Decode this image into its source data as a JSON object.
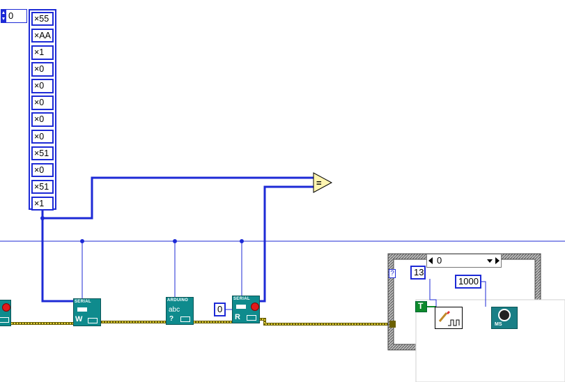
{
  "array": {
    "index": "0",
    "elements": [
      "×55",
      "×AA",
      "×1",
      "×0",
      "×0",
      "×0",
      "×0",
      "×0",
      "×51",
      "×0",
      "×51",
      "×1"
    ]
  },
  "constants": {
    "serial_read_bytes": "0",
    "pin": "13",
    "delay_ms": "1000"
  },
  "case_structure": {
    "selector_value": "0",
    "question_mark": "?"
  },
  "vis": {
    "serial_write": {
      "header": "SERIAL",
      "letter": "W"
    },
    "arduino_misc": {
      "header": "ARDUINO",
      "text1": "abc",
      "text2": "?"
    },
    "serial_read": {
      "header": "SERIAL",
      "letter": "R"
    },
    "delay_label": "MS",
    "true_const": "T"
  },
  "colors": {
    "wire_blue": "#1d2ad6",
    "wire_yellow": "#b5a615",
    "vi_teal": "#0f8b8d"
  }
}
